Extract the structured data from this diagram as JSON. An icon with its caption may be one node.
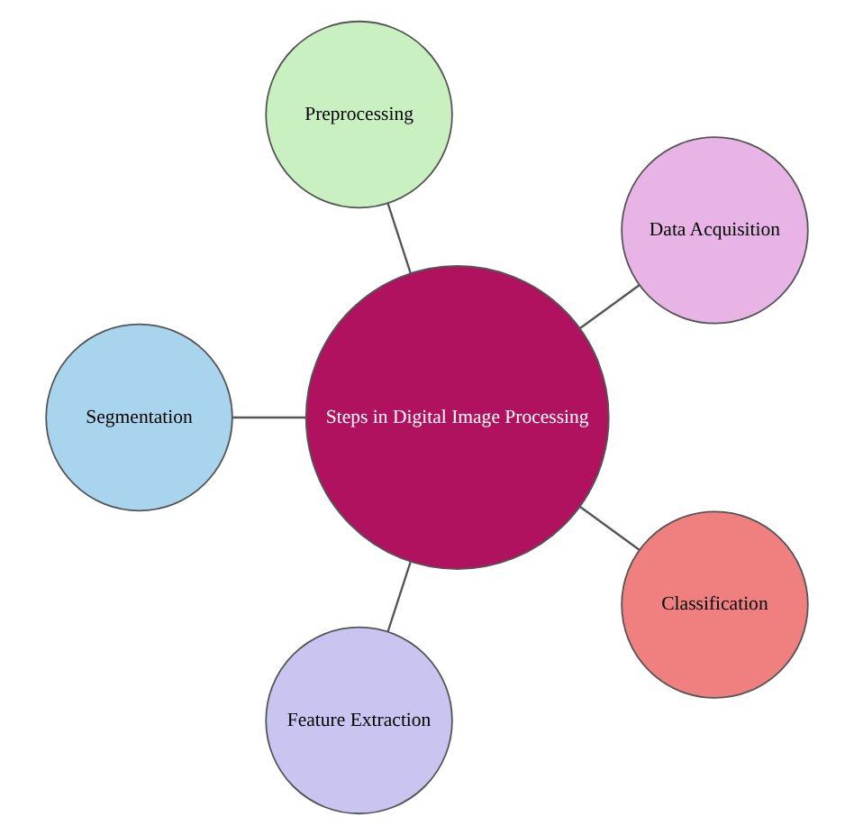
{
  "diagram": {
    "nodes": [
      {
        "text": [
          "Steps in Digital Image Processing"
        ]
      },
      {
        "text": [
          "Data Acquisition"
        ]
      },
      {
        "text": [
          "Preprocessing"
        ]
      },
      {
        "text": [
          "Segmentation"
        ]
      },
      {
        "text": [
          "Feature Extraction"
        ]
      },
      {
        "text": [
          "Classification"
        ]
      }
    ],
    "edges": [
      {
        "from": 0,
        "to": 1,
        "arrow": "none"
      },
      {
        "from": 0,
        "to": 2,
        "arrow": "none"
      },
      {
        "from": 0,
        "to": 3,
        "arrow": "none"
      },
      {
        "from": 0,
        "to": 4,
        "arrow": "none"
      },
      {
        "from": 0,
        "to": 5,
        "arrow": "none"
      }
    ]
  }
}
